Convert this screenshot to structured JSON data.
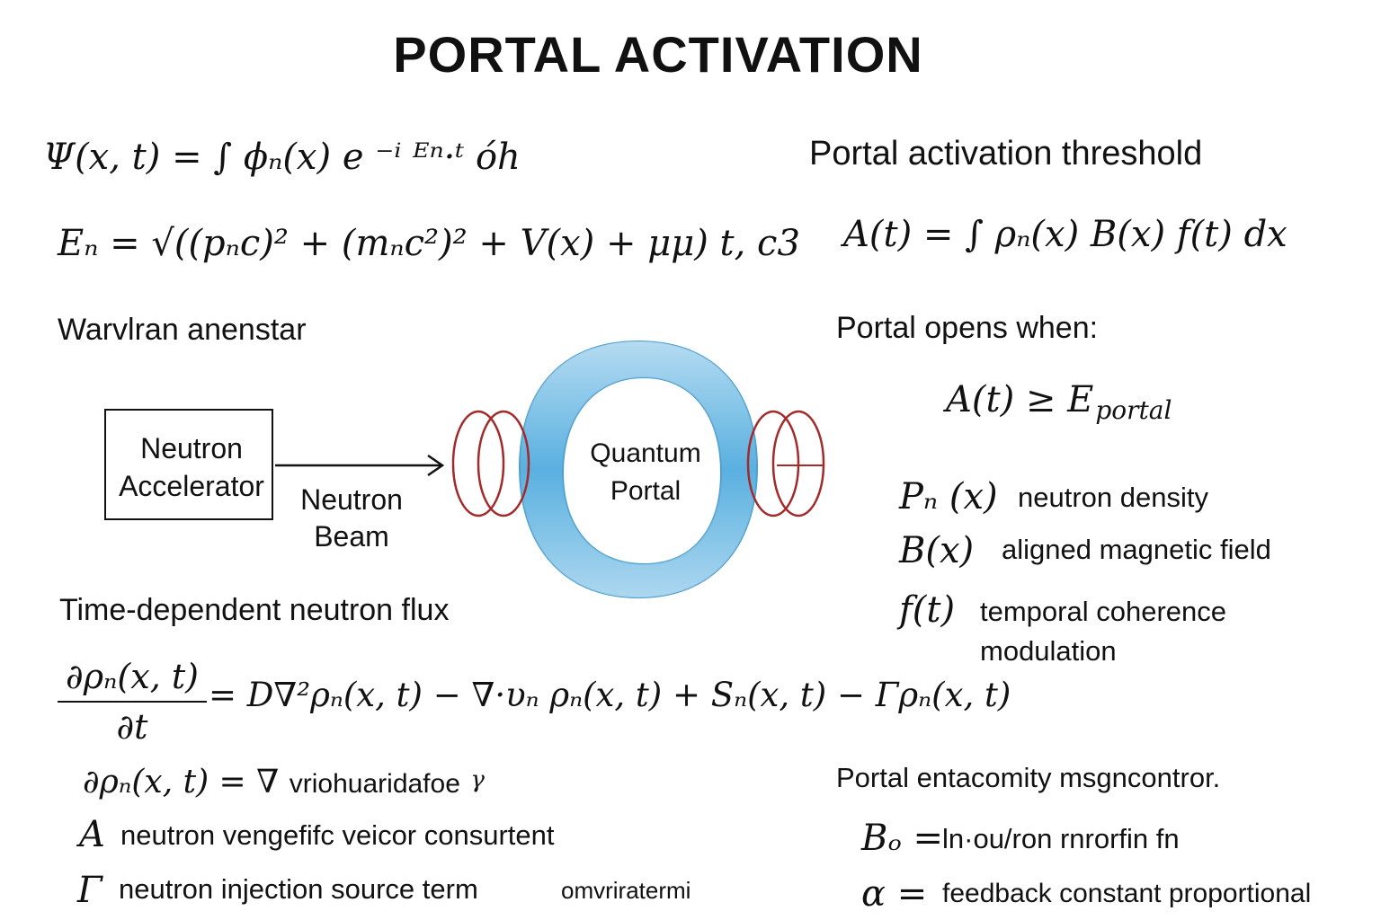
{
  "title": "PORTAL ACTIVATION",
  "equations": {
    "wavefunction": "Ψ(x, t) = ∫ ϕₙ(x) e ⁻ⁱ ᴱⁿ·ᵗ óh",
    "energy": "Eₙ =  √((pₙc)² + (mₙc²)² + V(x) + μμ)  t, c3",
    "activation": "A(t) = ∫ ρₙ(x) B(x) f(t) dx",
    "threshold": "A(t) ≥ E",
    "threshold_sub": "portal",
    "flux_numerator": "∂ρₙ(x, t)",
    "flux_denominator": "∂t",
    "flux_rhs": "= D∇²ρₙ(x, t) − ∇·υₙ ρₙ(x, t) + Sₙ(x, t) − Γρₙ(x, t)",
    "partial": "∂ρₙ(x, t) = ∇",
    "partial_text": "vriohuaridafoe",
    "partial_tail": "γ"
  },
  "labels": {
    "left_heading": "Warvlran anenstar",
    "threshold_heading": "Portal activation threshold",
    "opens_when": "Portal opens when:",
    "flux_heading": "Time-dependent neutron flux",
    "control_heading": "Portal entacomity msgncontror."
  },
  "diagram": {
    "accelerator": "Neutron Accelerator",
    "beam": "Neutron Beam",
    "portal": "Quantum Portal"
  },
  "definitions": [
    {
      "symbol": "Pₙ (x)",
      "text": "neutron density"
    },
    {
      "symbol": "B(x)",
      "text": "aligned magnetic field"
    },
    {
      "symbol": "f(t)",
      "text": "temporal coherence modulation"
    }
  ],
  "left_definitions": [
    {
      "symbol": "A",
      "text": "neutron vengefifc veicor  consurtent"
    },
    {
      "symbol": "Γ",
      "text": "neutron injection source term",
      "extra": "omvriratermi"
    }
  ],
  "control_definitions": [
    {
      "symbol": "Bₒ =",
      "text": "ln·ou/ron rnrorfin fn"
    },
    {
      "symbol": "α =",
      "text": "feedback constant proportional"
    }
  ],
  "colors": {
    "portal_ring": "#5ab0e0",
    "coil": "#a32a2a",
    "text": "#111111"
  }
}
